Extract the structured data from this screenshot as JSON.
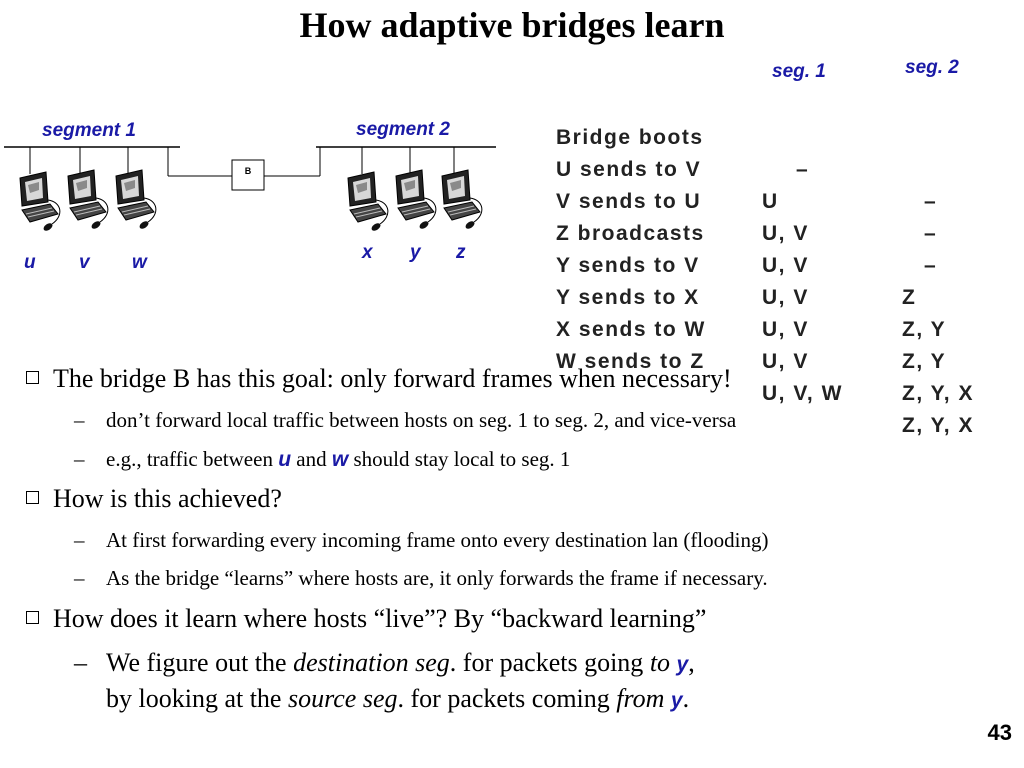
{
  "title": "How adaptive bridges learn",
  "diagram": {
    "segment1_label": "segment 1",
    "segment2_label": "segment 2",
    "bridge_label": "B",
    "hosts_seg1": [
      "u",
      "v",
      "w"
    ],
    "hosts_seg2": [
      "x",
      "y",
      "z"
    ]
  },
  "table": {
    "col1_header": "seg. 1",
    "col2_header": "seg. 2",
    "rows": [
      {
        "event": "Bridge boots",
        "seg1": "–",
        "seg2": "–"
      },
      {
        "event": "U sends to V",
        "seg1": "U",
        "seg2": "–"
      },
      {
        "event": "V sends to U",
        "seg1": "U, V",
        "seg2": "–"
      },
      {
        "event": "Z broadcasts",
        "seg1": "U, V",
        "seg2": "Z"
      },
      {
        "event": "Y sends to V",
        "seg1": "U, V",
        "seg2": "Z, Y"
      },
      {
        "event": "Y sends to X",
        "seg1": "U, V",
        "seg2": "Z, Y"
      },
      {
        "event": "X sends to W",
        "seg1": "U, V",
        "seg2": "Z, Y, X"
      },
      {
        "event": "W sends to Z",
        "seg1": "U, V, W",
        "seg2": "Z, Y, X"
      }
    ]
  },
  "bullets": {
    "b1": "The bridge B has this goal: only forward frames when necessary!",
    "b1_sub1": "don’t forward local traffic between hosts on seg. 1 to seg. 2, and vice-versa",
    "b1_sub2_pre": "e.g., traffic between ",
    "b1_sub2_u": "u",
    "b1_sub2_and": " and ",
    "b1_sub2_w": "w",
    "b1_sub2_post": " should stay local to seg. 1",
    "b2": "How is this achieved?",
    "b2_sub1": "At first forwarding every incoming frame onto every destination lan (flooding)",
    "b2_sub2": "As the bridge “learns” where hosts are, it only forwards the frame if necessary.",
    "b3": "How does it learn where hosts “live”?  By “backward learning”",
    "b3_l1_pre": "We figure out the ",
    "b3_l1_em": "destination seg",
    "b3_l1_mid": ". for packets going ",
    "b3_l1_to": "to",
    "b3_l1_y": "y",
    "b3_l1_post": ",",
    "b3_l2_pre": "by looking at the ",
    "b3_l2_em": "source seg",
    "b3_l2_mid": ". for packets coming ",
    "b3_l2_from": "from",
    "b3_l2_y": "y",
    "b3_l2_post": "."
  },
  "page_number": "43"
}
